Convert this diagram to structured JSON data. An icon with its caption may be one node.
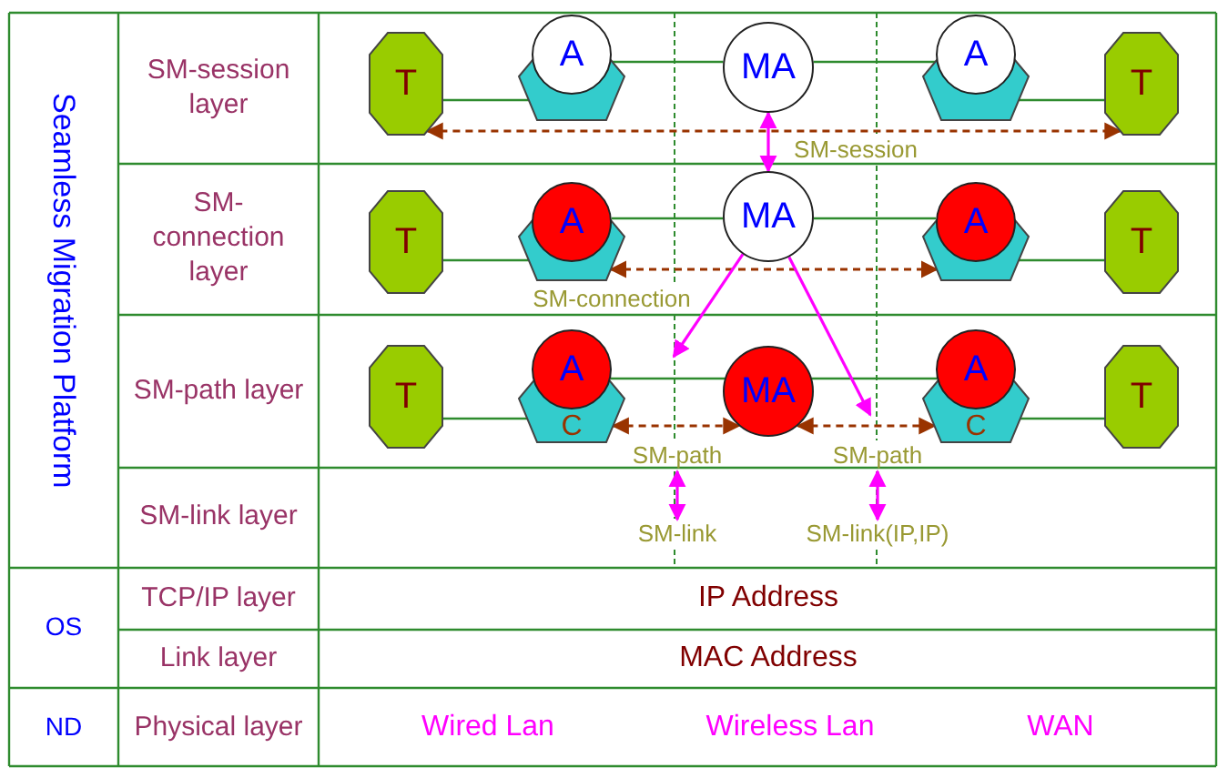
{
  "diagram": {
    "nodes": [
      {
        "text": [
          "T"
        ]
      },
      {
        "text": [],
        "shape": "pentagon"
      },
      {
        "text": [
          "A"
        ]
      },
      {
        "text": [
          "MA"
        ]
      },
      {
        "text": [
          "A"
        ]
      },
      {
        "text": [],
        "shape": "pentagon"
      },
      {
        "text": [
          "T"
        ]
      },
      {
        "text": [
          "T"
        ]
      },
      {
        "text": [],
        "shape": "pentagon"
      },
      {
        "text": [
          "A"
        ]
      },
      {
        "text": [
          "MA"
        ]
      },
      {
        "text": [
          "A"
        ]
      },
      {
        "text": [],
        "shape": "pentagon"
      },
      {
        "text": [
          "T"
        ]
      },
      {
        "text": [
          "T"
        ]
      },
      {
        "text": [
          "C"
        ]
      },
      {
        "text": [
          "A"
        ]
      },
      {
        "text": [
          "MA"
        ]
      },
      {
        "text": [
          "A"
        ]
      },
      {
        "text": [
          "C"
        ]
      },
      {
        "text": [
          "T"
        ]
      },
      {
        "text": [
          "SM-link"
        ]
      },
      {
        "text": [
          "SM-link(IP,IP)"
        ]
      }
    ],
    "edges": [
      {
        "from": 0,
        "to": 1,
        "arrow": "none"
      },
      {
        "from": 2,
        "to": 3,
        "arrow": "none"
      },
      {
        "from": 3,
        "to": 4,
        "arrow": "none"
      },
      {
        "from": 5,
        "to": 6,
        "arrow": "none"
      },
      {
        "from": 0,
        "to": 6,
        "arrow": "both",
        "label": "SM-session",
        "style": "dashed",
        "color": "#993300"
      },
      {
        "from": 7,
        "to": 8,
        "arrow": "none"
      },
      {
        "from": 9,
        "to": 10,
        "arrow": "none"
      },
      {
        "from": 10,
        "to": 11,
        "arrow": "none"
      },
      {
        "from": 12,
        "to": 13,
        "arrow": "none"
      },
      {
        "from": 8,
        "to": 12,
        "arrow": "both",
        "label": "SM-connection",
        "style": "dashed",
        "color": "#993300"
      },
      {
        "from": 14,
        "to": 15,
        "arrow": "none"
      },
      {
        "from": 16,
        "to": 17,
        "arrow": "none"
      },
      {
        "from": 17,
        "to": 18,
        "arrow": "none"
      },
      {
        "from": 19,
        "to": 20,
        "arrow": "none"
      },
      {
        "from": 15,
        "to": 17,
        "arrow": "both",
        "label": "SM-path",
        "style": "dashed",
        "color": "#993300"
      },
      {
        "from": 17,
        "to": 19,
        "arrow": "both",
        "label": "SM-path",
        "style": "dashed",
        "color": "#993300"
      },
      {
        "from": 3,
        "to": 10,
        "arrow": "both",
        "color": "#ff00ff"
      },
      {
        "from": 10,
        "to": null,
        "arrow": "to",
        "color": "#ff00ff"
      },
      {
        "from": 10,
        "to": null,
        "arrow": "to",
        "color": "#ff00ff"
      },
      {
        "from": null,
        "to": 21,
        "arrow": "both",
        "color": "#ff00ff"
      },
      {
        "from": null,
        "to": 22,
        "arrow": "both",
        "color": "#ff00ff"
      }
    ],
    "labels": [
      "Seamless Migration Platform",
      "SM-session layer",
      "SM-connection layer",
      "SM-path layer",
      "SM-link layer",
      "OS",
      "TCP/IP layer",
      "IP Address",
      "Link layer",
      "MAC Address",
      "ND",
      "Physical layer",
      "Wired Lan",
      "Wireless Lan",
      "WAN"
    ]
  }
}
